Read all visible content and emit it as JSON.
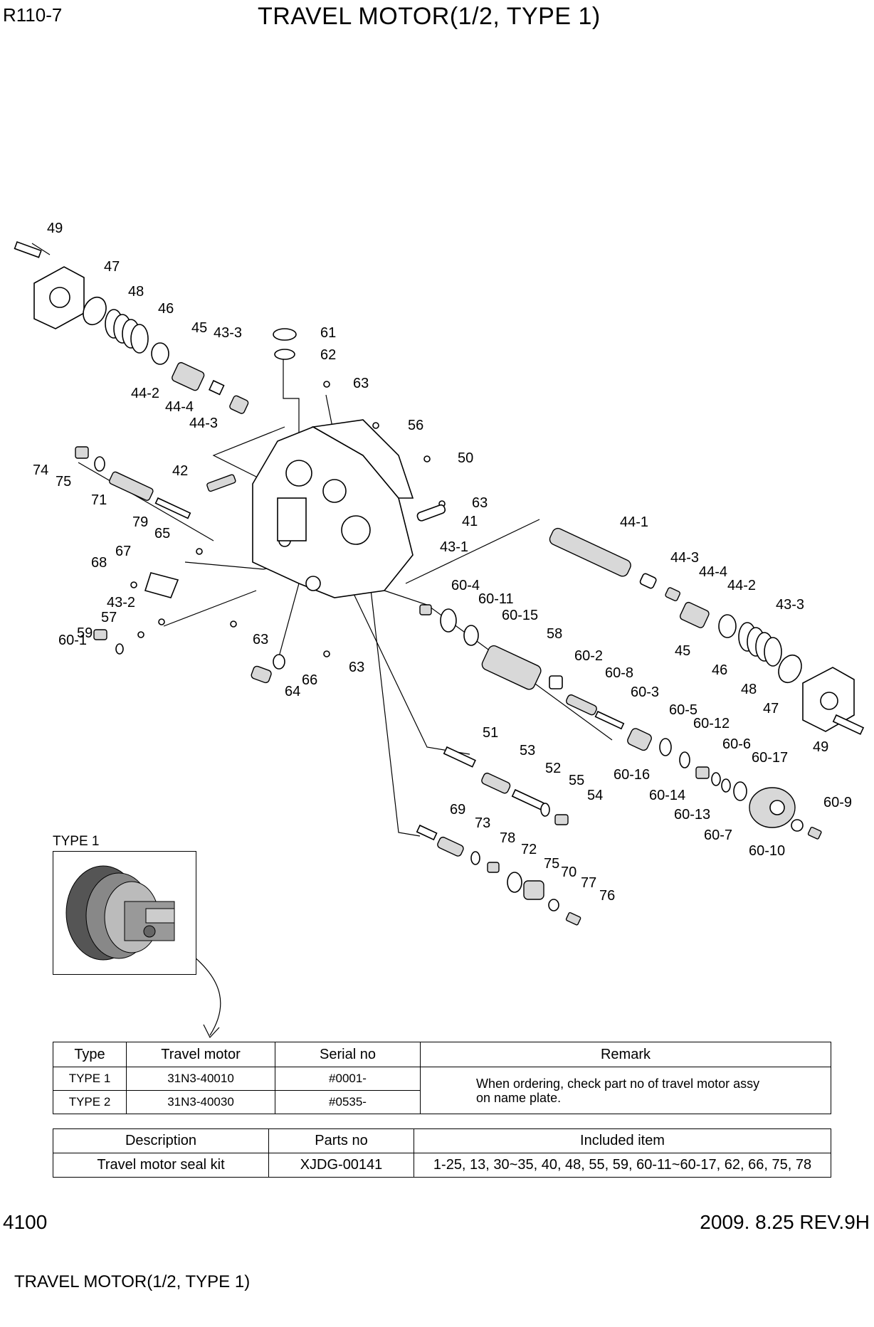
{
  "header": {
    "model": "R110-7",
    "title": "TRAVEL MOTOR(1/2, TYPE 1)"
  },
  "footer": {
    "page_number": "4100",
    "revision": "2009. 8.25  REV.9H",
    "caption": "TRAVEL MOTOR(1/2, TYPE 1)"
  },
  "inset": {
    "label": "TYPE 1"
  },
  "callouts": [
    "49",
    "47",
    "48",
    "46",
    "45",
    "43-3",
    "61",
    "62",
    "63",
    "44-2",
    "44-4",
    "44-3",
    "56",
    "74",
    "75",
    "42",
    "50",
    "71",
    "79",
    "63",
    "41",
    "65",
    "43-1",
    "44-1",
    "67",
    "68",
    "44-3",
    "44-4",
    "44-2",
    "60-4",
    "43-3",
    "43-2",
    "60-11",
    "57",
    "60-15",
    "59",
    "58",
    "60-1",
    "45",
    "46",
    "63",
    "63",
    "66",
    "64",
    "48",
    "60-2",
    "60-8",
    "47",
    "60-3",
    "60-5",
    "60-12",
    "49",
    "60-6",
    "51",
    "53",
    "60-17",
    "60-16",
    "52",
    "55",
    "54",
    "60-14",
    "60-9",
    "60-13",
    "69",
    "73",
    "60-7",
    "60-10",
    "78",
    "72",
    "75",
    "70",
    "77",
    "76"
  ],
  "type_table": {
    "headers": [
      "Type",
      "Travel motor",
      "Serial no",
      "Remark"
    ],
    "rows": [
      {
        "type": "TYPE 1",
        "motor": "31N3-40010",
        "serial": "#0001-"
      },
      {
        "type": "TYPE 2",
        "motor": "31N3-40030",
        "serial": "#0535-"
      }
    ],
    "remark_line1": "When ordering, check part no of travel motor assy",
    "remark_line2": "on name plate."
  },
  "kit_table": {
    "headers": [
      "Description",
      "Parts no",
      "Included item"
    ],
    "row": {
      "description": "Travel motor seal kit",
      "parts_no": "XJDG-00141",
      "included": "1-25, 13, 30~35, 40, 48, 55, 59, 60-11~60-17, 62, 66, 75, 78"
    }
  }
}
